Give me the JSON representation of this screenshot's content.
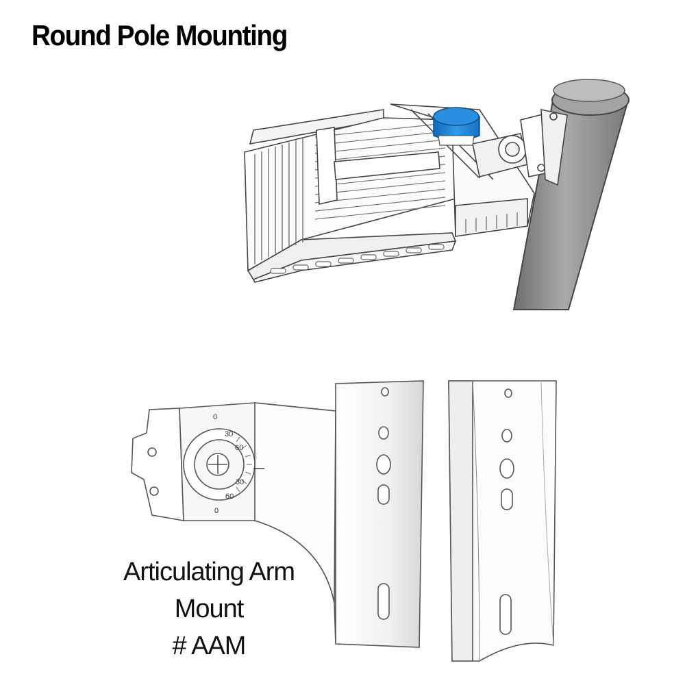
{
  "page": {
    "title": "Round Pole Mounting"
  },
  "illustrations": {
    "top": {
      "icon": "light-fixture-on-round-pole-icon"
    },
    "bottom": {
      "icon": "articulating-arm-mount-icon"
    }
  },
  "caption": {
    "line1": "Articulating Arm",
    "line2": "Mount",
    "line3": "# AAM"
  },
  "dial_labels": [
    "0",
    "30",
    "60",
    "30",
    "60",
    "0"
  ],
  "colors": {
    "photocell_blue": "#1f86d9",
    "pole_gray": "#8a8a8a",
    "outline": "#555555"
  }
}
